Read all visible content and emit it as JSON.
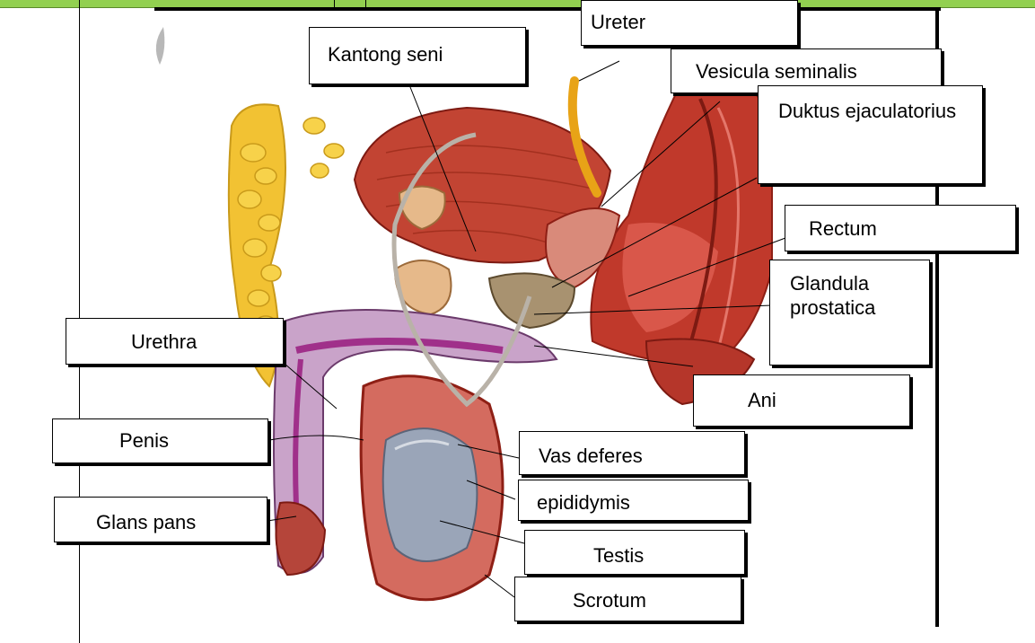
{
  "labels": {
    "ureter": "Ureter",
    "kantong_seni": "Kantong seni",
    "vesicula_seminalis": "Vesicula seminalis",
    "duktus_ejaculatorius": "Duktus ejaculatorius",
    "rectum": "Rectum",
    "glandula_prostatica": "Glandula prostatica",
    "urethra": "Urethra",
    "ani": "Ani",
    "penis": "Penis",
    "vas_deferes": "Vas deferes",
    "epididymis": "epididymis",
    "glans_pans": "Glans pans",
    "testis": "Testis",
    "scrotum": "Scrotum"
  }
}
